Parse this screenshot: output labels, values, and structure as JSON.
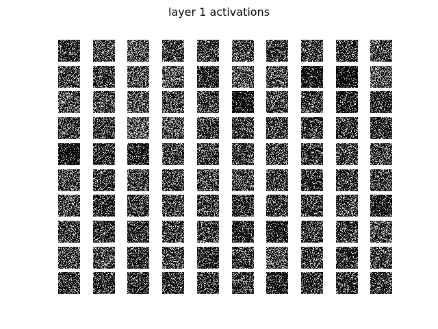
{
  "figure": {
    "title": "layer 1 activations"
  },
  "grid": {
    "rows": 10,
    "cols": 10,
    "tile_resolution": 32,
    "background_color": "#ffffff",
    "tile_base_color": "#000000",
    "tile_noise_color": "#ffffff",
    "brightness": [
      [
        0.3,
        0.4,
        0.45,
        0.35,
        0.35,
        0.4,
        0.35,
        0.35,
        0.3,
        0.45
      ],
      [
        0.4,
        0.35,
        0.45,
        0.55,
        0.25,
        0.55,
        0.5,
        0.15,
        0.1,
        0.55
      ],
      [
        0.5,
        0.45,
        0.45,
        0.4,
        0.4,
        0.15,
        0.4,
        0.35,
        0.2,
        0.25
      ],
      [
        0.4,
        0.35,
        0.6,
        0.5,
        0.35,
        0.35,
        0.35,
        0.35,
        0.3,
        0.25
      ],
      [
        0.15,
        0.3,
        0.2,
        0.35,
        0.35,
        0.35,
        0.4,
        0.35,
        0.35,
        0.4
      ],
      [
        0.45,
        0.35,
        0.4,
        0.35,
        0.4,
        0.45,
        0.35,
        0.3,
        0.3,
        0.35
      ],
      [
        0.45,
        0.25,
        0.35,
        0.35,
        0.35,
        0.3,
        0.35,
        0.35,
        0.4,
        0.2
      ],
      [
        0.35,
        0.3,
        0.3,
        0.35,
        0.35,
        0.25,
        0.2,
        0.35,
        0.35,
        0.45
      ],
      [
        0.4,
        0.45,
        0.3,
        0.4,
        0.25,
        0.35,
        0.5,
        0.35,
        0.3,
        0.35
      ],
      [
        0.3,
        0.3,
        0.3,
        0.3,
        0.3,
        0.35,
        0.25,
        0.3,
        0.35,
        0.3
      ]
    ]
  }
}
